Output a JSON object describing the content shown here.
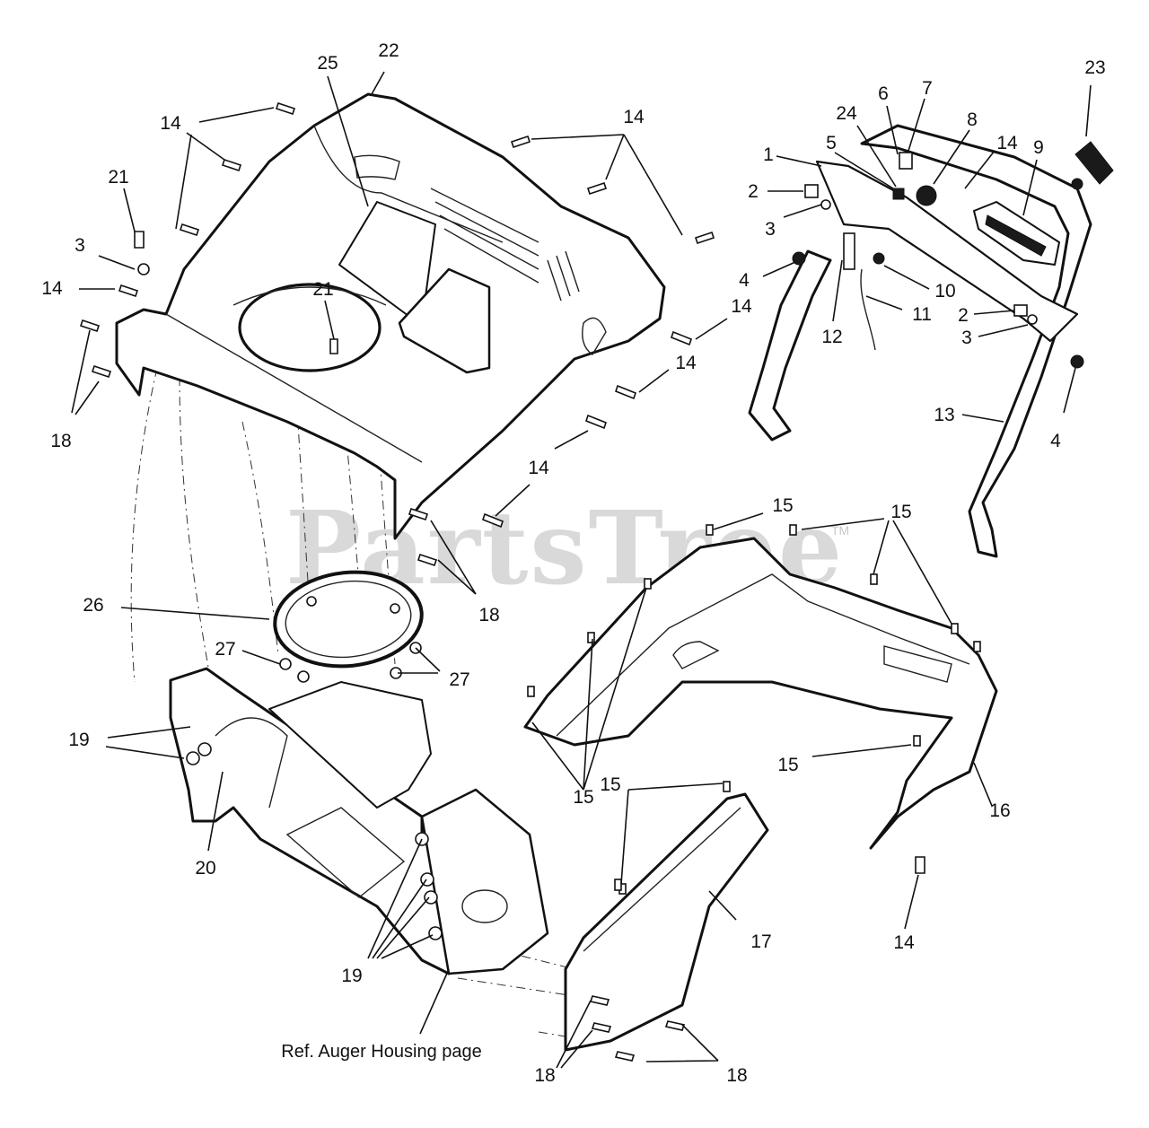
{
  "watermark": {
    "text": "PartsTree",
    "mark": "TM"
  },
  "reference_note": "Ref. Auger Housing page",
  "callouts": [
    {
      "id": "c22",
      "label": "22"
    },
    {
      "id": "c25",
      "label": "25"
    },
    {
      "id": "c14a",
      "label": "14"
    },
    {
      "id": "c14b",
      "label": "14"
    },
    {
      "id": "c21a",
      "label": "21"
    },
    {
      "id": "c3a",
      "label": "3"
    },
    {
      "id": "c14c",
      "label": "14"
    },
    {
      "id": "c21b",
      "label": "21"
    },
    {
      "id": "c18a",
      "label": "18"
    },
    {
      "id": "c14d",
      "label": "14"
    },
    {
      "id": "c14e",
      "label": "14"
    },
    {
      "id": "c14f",
      "label": "14"
    },
    {
      "id": "c18b",
      "label": "18"
    },
    {
      "id": "c26",
      "label": "26"
    },
    {
      "id": "c27a",
      "label": "27"
    },
    {
      "id": "c27b",
      "label": "27"
    },
    {
      "id": "c19a",
      "label": "19"
    },
    {
      "id": "c20",
      "label": "20"
    },
    {
      "id": "c19b",
      "label": "19"
    },
    {
      "id": "c23",
      "label": "23"
    },
    {
      "id": "c7",
      "label": "7"
    },
    {
      "id": "c6",
      "label": "6"
    },
    {
      "id": "c24",
      "label": "24"
    },
    {
      "id": "c8",
      "label": "8"
    },
    {
      "id": "c5",
      "label": "5"
    },
    {
      "id": "c14g",
      "label": "14"
    },
    {
      "id": "c9",
      "label": "9"
    },
    {
      "id": "c1",
      "label": "1"
    },
    {
      "id": "c2a",
      "label": "2"
    },
    {
      "id": "c3b",
      "label": "3"
    },
    {
      "id": "c4a",
      "label": "4"
    },
    {
      "id": "c10",
      "label": "10"
    },
    {
      "id": "c11",
      "label": "11"
    },
    {
      "id": "c12",
      "label": "12"
    },
    {
      "id": "c2b",
      "label": "2"
    },
    {
      "id": "c3c",
      "label": "3"
    },
    {
      "id": "c13",
      "label": "13"
    },
    {
      "id": "c4b",
      "label": "4"
    },
    {
      "id": "c15a",
      "label": "15"
    },
    {
      "id": "c15b",
      "label": "15"
    },
    {
      "id": "c15c",
      "label": "15"
    },
    {
      "id": "c15d",
      "label": "15"
    },
    {
      "id": "c15e",
      "label": "15"
    },
    {
      "id": "c16",
      "label": "16"
    },
    {
      "id": "c14h",
      "label": "14"
    },
    {
      "id": "c17",
      "label": "17"
    },
    {
      "id": "c18c",
      "label": "18"
    },
    {
      "id": "c18d",
      "label": "18"
    }
  ]
}
